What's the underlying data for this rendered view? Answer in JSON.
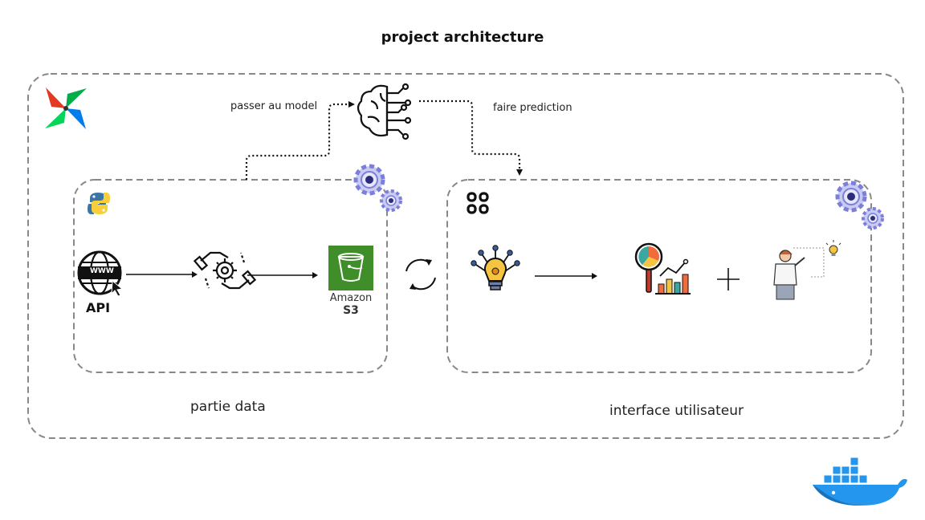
{
  "title": "project architecture",
  "edges": {
    "to_model_label": "passer au model",
    "prediction_label": "faire prediction"
  },
  "data_section": {
    "label": "partie data",
    "api_label": "API",
    "www_text": "WWW",
    "s3_brand": "Amazon",
    "s3_label": "S3"
  },
  "ui_section": {
    "label": "interface utilisateur"
  },
  "colors": {
    "border": "#888888",
    "s3_green": "#3f8e2a",
    "gear": "#7b7fd9",
    "docker_blue": "#2496ed",
    "airflow_red": "#e43921",
    "airflow_blue": "#00ad46",
    "python_blue": "#3a75a8",
    "python_yellow": "#f7cf3c"
  },
  "icons": [
    "airflow-logo-icon",
    "brain-ai-icon",
    "python-logo-icon",
    "gear-icon",
    "www-globe-icon",
    "handshake-gear-icon",
    "amazon-s3-icon",
    "cycle-arrows-icon",
    "streamlit-grid-icon",
    "lightbulb-network-icon",
    "analytics-chart-icon",
    "plus-icon",
    "presenter-person-icon",
    "docker-whale-icon"
  ]
}
